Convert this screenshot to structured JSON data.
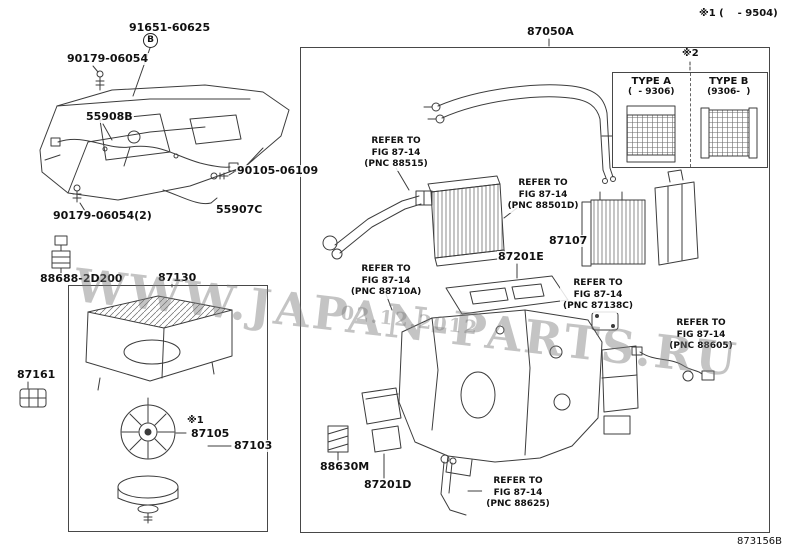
{
  "meta": {
    "note_top_right": "※1 (    - 9504)",
    "sheet_code": "873156B"
  },
  "colors": {
    "line": "#3c3c3c",
    "text": "#111111",
    "watermark": "#7d7d7d",
    "background": "#ffffff"
  },
  "watermark": {
    "site": "WWW.JAPAN-PARTS.RU",
    "date": "02.12.2012"
  },
  "labels": {
    "p91651_60625": "91651-60625",
    "b_marker": "B",
    "p90179_06054": "90179-06054",
    "p55908B": "55908B",
    "p90105_06109": "90105-06109",
    "p55907C": "55907C",
    "p90179_06054_2": "90179-06054(2)",
    "p88688_2D200": "88688-2D200",
    "p87130": "87130",
    "p87161": "87161",
    "note1": "※1",
    "p87105": "87105",
    "p87103": "87103",
    "p88630M": "88630M",
    "p87201D": "87201D",
    "p87050A": "87050A",
    "p87107": "87107",
    "p87201E": "87201E"
  },
  "type_table": {
    "note": "※2",
    "type_a": "TYPE A",
    "type_b": "TYPE B",
    "range_a": "(  - 9306)",
    "range_b": "(9306-  )"
  },
  "refer_notes": {
    "pnc88515": [
      "REFER TO",
      "FIG 87-14",
      "(PNC 88515)"
    ],
    "pnc88501D": [
      "REFER TO",
      "FIG 87-14",
      "(PNC 88501D)"
    ],
    "pnc88710A": [
      "REFER TO",
      "FIG 87-14",
      "(PNC 88710A)"
    ],
    "pnc87138C": [
      "REFER TO",
      "FIG 87-14",
      "(PNC 87138C)"
    ],
    "pnc88605": [
      "REFER TO",
      "FIG 87-14",
      "(PNC 88605)"
    ],
    "pnc88625": [
      "REFER TO",
      "FIG 87-14",
      "(PNC 88625)"
    ]
  }
}
